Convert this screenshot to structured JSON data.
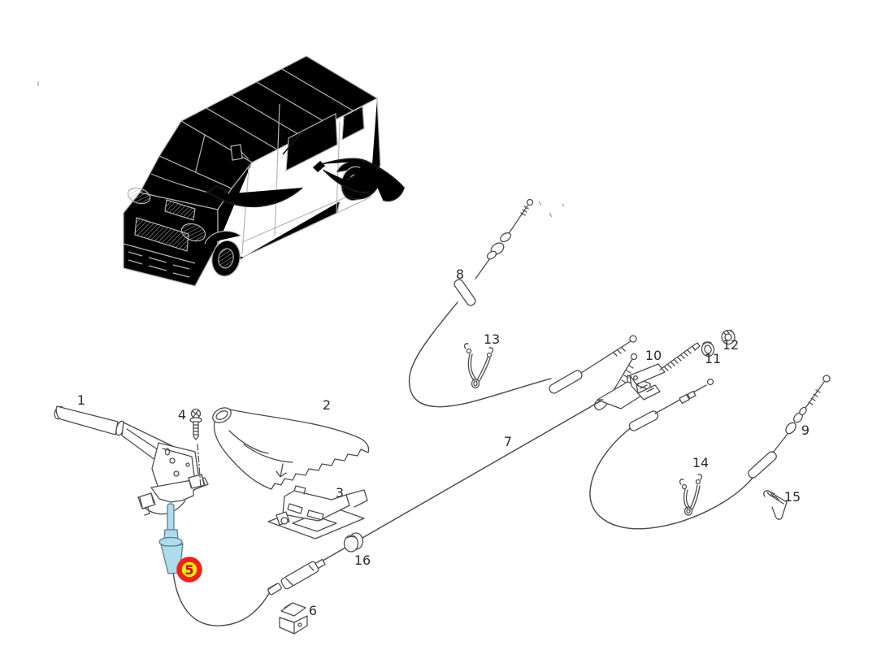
{
  "part_labels": {
    "p1": "1",
    "p2": "2",
    "p3": "3",
    "p4": "4",
    "p6": "6",
    "p7": "7",
    "p8": "8",
    "p9": "9",
    "p10": "10",
    "p11": "11",
    "p12": "12",
    "p13": "13",
    "p14": "14",
    "p15": "15",
    "p16": "16"
  },
  "highlighted_part": {
    "number": "5"
  },
  "colors": {
    "highlight_badge_ring": "#e8251c",
    "highlight_badge_fill": "#f7ec00",
    "highlight_badge_text": "#cf0000",
    "highlighted_cable_fill": "#aedcec",
    "highlighted_cable_outline": "#57808f",
    "part_line_art": "#4d4d4d",
    "van_line_art": "#b4b4b4",
    "routed_cable": "#1a1a1a",
    "background": "#ffffff"
  }
}
